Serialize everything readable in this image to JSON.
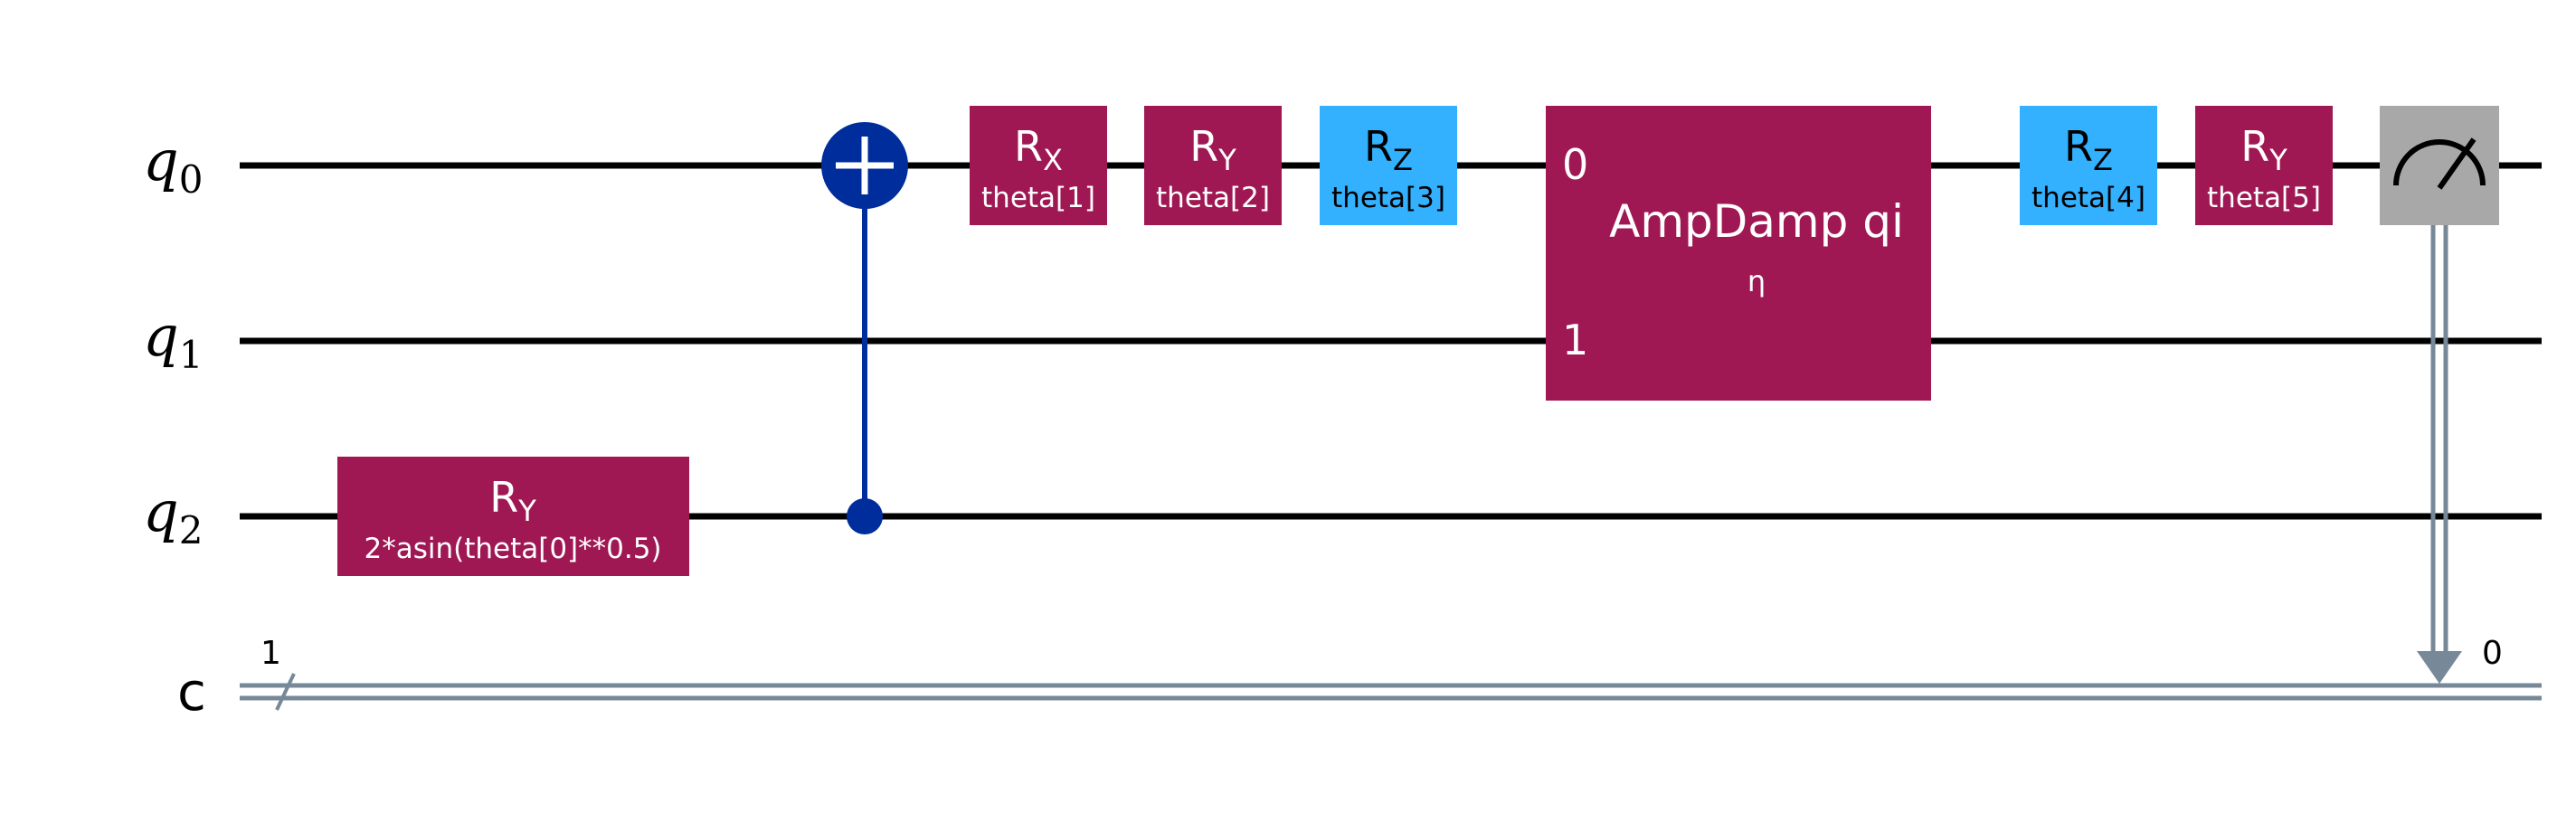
{
  "circuit": {
    "qubits": [
      {
        "name": "q",
        "index": "0"
      },
      {
        "name": "q",
        "index": "1"
      },
      {
        "name": "q",
        "index": "2"
      }
    ],
    "clbit": {
      "name": "c",
      "width": "1",
      "target_bit": "0"
    },
    "gates": [
      {
        "id": "ry-theta0",
        "name": "R",
        "sub": "Y",
        "param": "2*asin(theta[0]**0.5)",
        "qubit": 2
      },
      {
        "id": "cx",
        "type": "cx",
        "target": 0,
        "control": 2
      },
      {
        "id": "rx-theta1",
        "name": "R",
        "sub": "X",
        "param": "theta[1]",
        "qubit": 0
      },
      {
        "id": "ry-theta2",
        "name": "R",
        "sub": "Y",
        "param": "theta[2]",
        "qubit": 0
      },
      {
        "id": "rz-theta3",
        "name": "R",
        "sub": "Z",
        "param": "theta[3]",
        "qubit": 0
      },
      {
        "id": "ampdamp",
        "name": "AmpDamp qi",
        "param": "η",
        "qubits": [
          0,
          1
        ],
        "port_labels": [
          "0",
          "1"
        ]
      },
      {
        "id": "rz-theta4",
        "name": "R",
        "sub": "Z",
        "param": "theta[4]",
        "qubit": 0
      },
      {
        "id": "ry-theta5",
        "name": "R",
        "sub": "Y",
        "param": "theta[5]",
        "qubit": 0
      },
      {
        "id": "measure",
        "type": "measure",
        "qubit": 0,
        "clbit": "0"
      }
    ],
    "colors": {
      "rotation": "#9f1853",
      "rz": "#33b1ff",
      "cx": "#002d9c",
      "measure": "#a8a8a8",
      "classical_wire": "#778899",
      "wire": "#000000"
    }
  }
}
